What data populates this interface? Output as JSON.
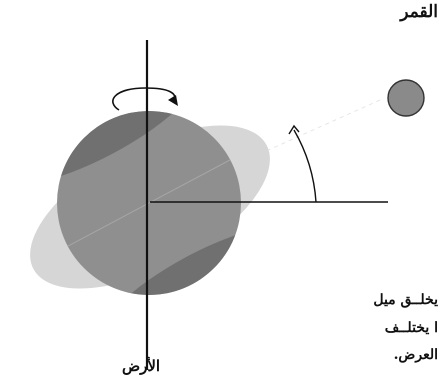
{
  "labels": {
    "moon": "القمر",
    "earth": "الأرض"
  },
  "text_fragments": [
    "يخلــق ميل",
    "ا يختلــف",
    "العرض."
  ],
  "colors": {
    "earth_fill": "#8f8f8f",
    "earth_dark_band": "#707070",
    "orbit_plane": "#d6d6d6",
    "moon_fill": "#8a8a8a",
    "line": "#111111"
  }
}
